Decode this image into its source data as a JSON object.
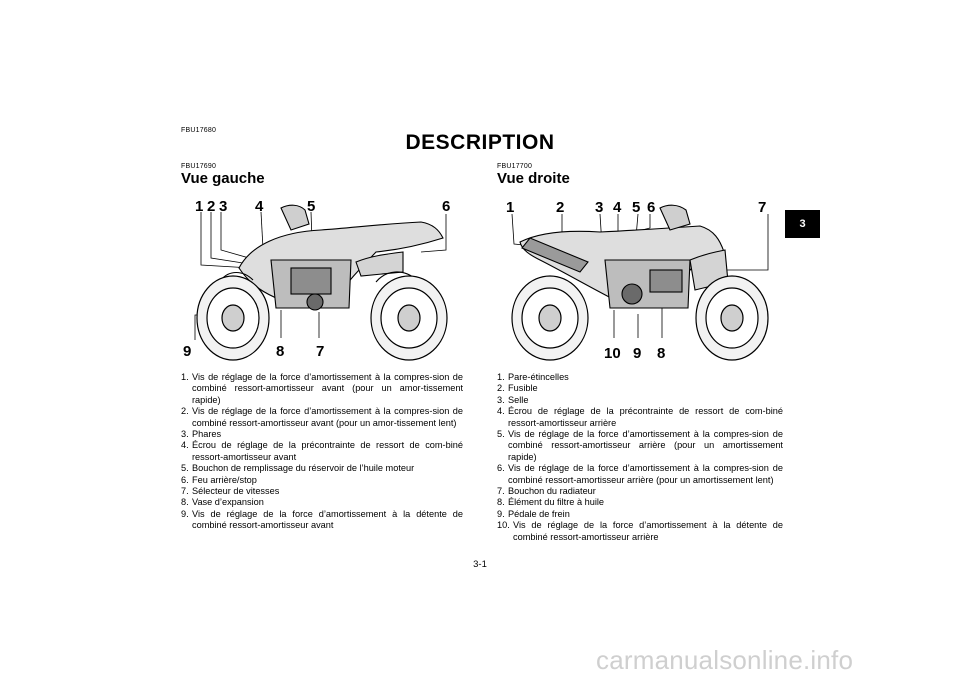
{
  "header": {
    "code_main": "FBU17680",
    "title": "DESCRIPTION"
  },
  "tab": {
    "label": "3"
  },
  "left": {
    "code": "FBU17690",
    "heading": "Vue gauche",
    "figure_numbers": [
      "1",
      "2",
      "3",
      "4",
      "5",
      "6",
      "9",
      "8",
      "7"
    ],
    "items": [
      {
        "n": "1.",
        "text": "Vis de réglage de la force d’amortissement à la compres-sion de combiné ressort-amortisseur avant (pour un amor-tissement rapide)"
      },
      {
        "n": "2.",
        "text": "Vis de réglage de la force d’amortissement à la compres-sion de combiné ressort-amortisseur avant (pour un amor-tissement lent)"
      },
      {
        "n": "3.",
        "text": "Phares"
      },
      {
        "n": "4.",
        "text": "Écrou de réglage de la précontrainte de ressort de com-biné ressort-amortisseur avant"
      },
      {
        "n": "5.",
        "text": "Bouchon de remplissage du réservoir de l’huile moteur"
      },
      {
        "n": "6.",
        "text": "Feu arrière/stop"
      },
      {
        "n": "7.",
        "text": "Sélecteur de vitesses"
      },
      {
        "n": "8.",
        "text": "Vase d’expansion"
      },
      {
        "n": "9.",
        "text": "Vis de réglage de la force d’amortissement à la détente de combiné ressort-amortisseur avant"
      }
    ]
  },
  "right": {
    "code": "FBU17700",
    "heading": "Vue droite",
    "figure_numbers": [
      "1",
      "2",
      "3",
      "4",
      "5",
      "6",
      "7",
      "10",
      "9",
      "8"
    ],
    "items": [
      {
        "n": "1.",
        "text": "Pare-étincelles"
      },
      {
        "n": "2.",
        "text": "Fusible"
      },
      {
        "n": "3.",
        "text": "Selle"
      },
      {
        "n": "4.",
        "text": "Écrou de réglage de la précontrainte de ressort de com-biné ressort-amortisseur arrière"
      },
      {
        "n": "5.",
        "text": "Vis de réglage de la force d’amortissement à la compres-sion de combiné ressort-amortisseur arrière (pour un amortissement rapide)"
      },
      {
        "n": "6.",
        "text": "Vis de réglage de la force d’amortissement à la compres-sion de combiné ressort-amortisseur arrière (pour un amortissement lent)"
      },
      {
        "n": "7.",
        "text": "Bouchon du radiateur"
      },
      {
        "n": "8.",
        "text": "Élément du filtre à huile"
      },
      {
        "n": "9.",
        "text": "Pédale de frein"
      },
      {
        "n": "10.",
        "text": "Vis de réglage de la force d’amortissement à la détente de combiné ressort-amortisseur arrière"
      }
    ]
  },
  "footer": {
    "page_number": "3-1",
    "watermark": "carmanualsonline.info"
  }
}
